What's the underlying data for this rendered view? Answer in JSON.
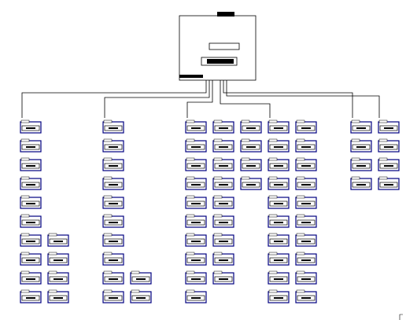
{
  "diagram": {
    "title": "",
    "center_box": {
      "lines": [
        "",
        "",
        "",
        "",
        ""
      ],
      "switch_label": "",
      "bottom_label": ""
    },
    "colors": {
      "panel": "#000080",
      "line": "#000000"
    },
    "columns": [
      {
        "id": "c1",
        "counts": [
          10,
          4
        ]
      },
      {
        "id": "c2",
        "counts": [
          10,
          2
        ]
      },
      {
        "id": "c3",
        "counts": [
          10,
          9,
          4
        ]
      },
      {
        "id": "c4",
        "counts": [
          10,
          10
        ]
      },
      {
        "id": "c5",
        "counts": [
          4
        ]
      },
      {
        "id": "c6",
        "counts": [
          4
        ]
      }
    ]
  }
}
